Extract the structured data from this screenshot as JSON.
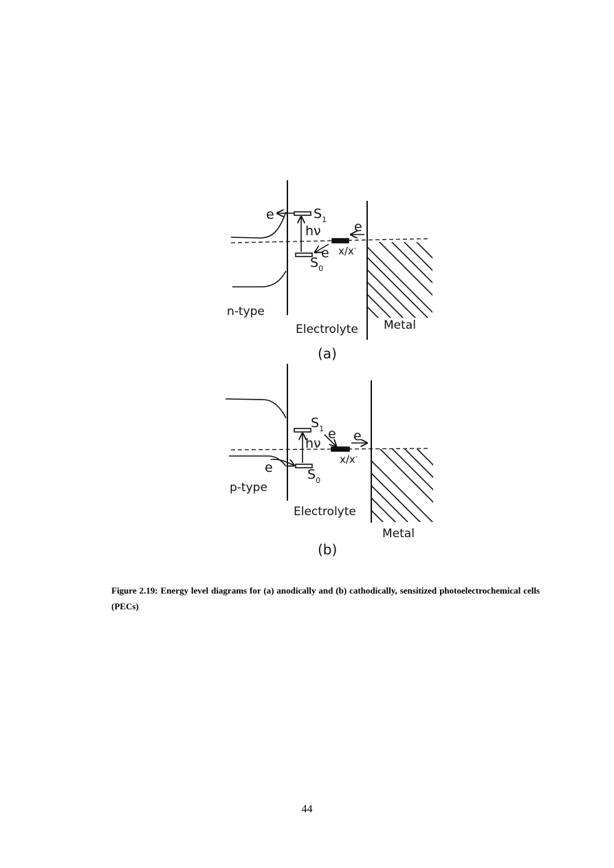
{
  "figure_a": {
    "electron": "e",
    "s1": "S",
    "s1_sub": "1",
    "hv": "hν",
    "s0": "S",
    "s0_sub": "0",
    "electron_back": "e",
    "electron_metal": "e",
    "redox": "x/x",
    "redox_sup": "-",
    "semiconductor": "n-type",
    "electrolyte": "Electrolyte",
    "metal": "Metal",
    "panel": "(a)"
  },
  "figure_b": {
    "s1": "S",
    "s1_sub": "1",
    "hv": "hν",
    "electron_to_redox": "e",
    "electron_to_metal": "e",
    "redox": "x/x",
    "redox_sup": "-",
    "electron_semi": "e",
    "s0": "S",
    "s0_sub": "0",
    "semiconductor": "p-type",
    "electrolyte": "Electrolyte",
    "metal": "Metal",
    "panel": "(b)"
  },
  "caption": "Figure 2.19: Energy level diagrams for (a) anodically and (b) cathodically, sensitized photoelectrochemical cells (PECs)",
  "page_number": "44"
}
